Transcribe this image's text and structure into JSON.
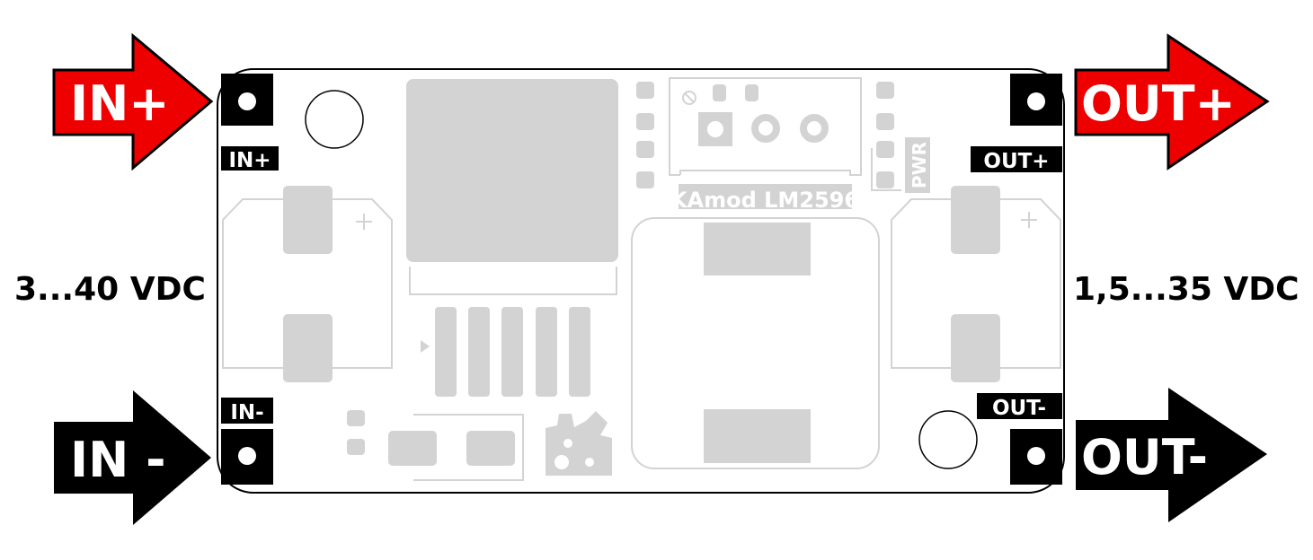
{
  "arrows": {
    "in_plus": "IN+",
    "in_minus": "IN -",
    "out_plus": "OUT+",
    "out_minus": "OUT-"
  },
  "board": {
    "pad_labels": {
      "in_plus": "IN+",
      "in_minus": "IN-",
      "out_plus": "OUT+",
      "out_minus": "OUT-"
    },
    "name": "KAmod LM2596",
    "pwr_label": "PWR"
  },
  "voltages": {
    "input": "3...40 VDC",
    "output": "1,5...35 VDC"
  },
  "colors": {
    "positive": "#ee0000",
    "negative": "#000000",
    "silkscreen": "#d3d3d3"
  }
}
